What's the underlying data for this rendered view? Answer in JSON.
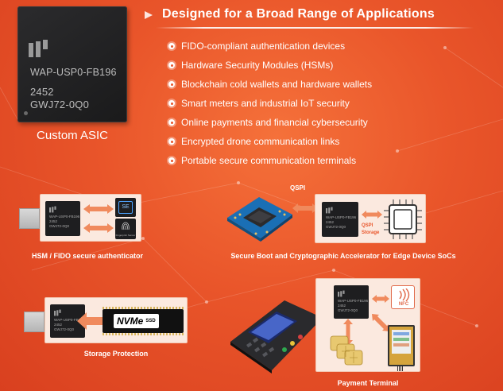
{
  "heading": "Designed for a Broad Range of Applications",
  "asic": {
    "line1": "WAP-USP0-FB196",
    "line2": "2452",
    "line3": "GWJ72-0Q0",
    "caption": "Custom ASIC"
  },
  "applications": [
    "FIDO-compliant authentication devices",
    "Hardware Security Modules (HSMs)",
    "Blockchain cold wallets and hardware wallets",
    "Smart meters and industrial IoT security",
    "Online payments and financial cybersecurity",
    "Encrypted drone communication links",
    "Portable secure communication terminals"
  ],
  "panels": {
    "hsm": {
      "caption": "HSM / FIDO secure authenticator",
      "se_label": "SE",
      "fingerprint_label": "Fingerprint Sensor"
    },
    "secure_boot": {
      "caption": "Secure Boot and Cryptographic Accelerator for Edge Device SoCs",
      "qspi_top": "QSPI",
      "qspi_chip": "QSPI",
      "storage_chip": "Storage"
    },
    "storage": {
      "caption": "Storage Protection",
      "ssd_label": "NVMe",
      "ssd_suffix": "SSD"
    },
    "payment": {
      "caption": "Payment Terminal",
      "nfc_label": "NFC"
    }
  },
  "mini_chip_text": {
    "l1": "WAP-USP0-FB196",
    "l2": "2452",
    "l3": "GWJ72-0Q0"
  },
  "colors": {
    "background": "#e9552a",
    "panel": "#fbe9df",
    "arrow": "#f08a5d",
    "chip": "#1e1e20"
  }
}
